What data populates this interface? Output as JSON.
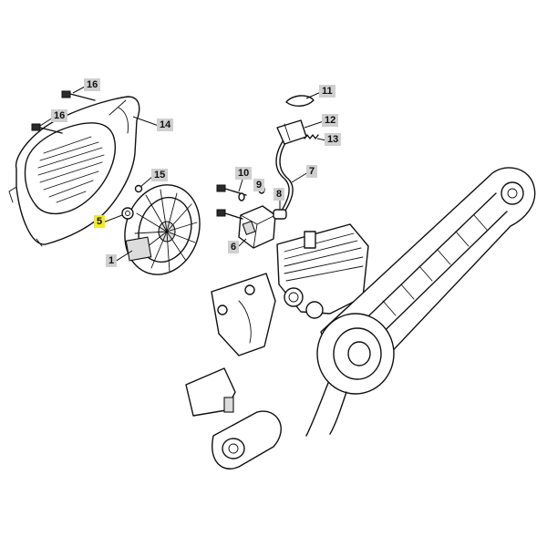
{
  "callouts": [
    {
      "id": "c16a",
      "label": "16",
      "highlight": false
    },
    {
      "id": "c16b",
      "label": "16",
      "highlight": false
    },
    {
      "id": "c14",
      "label": "14",
      "highlight": false
    },
    {
      "id": "c15",
      "label": "15",
      "highlight": false
    },
    {
      "id": "c5",
      "label": "5",
      "highlight": true
    },
    {
      "id": "c1",
      "label": "1",
      "highlight": false
    },
    {
      "id": "c10",
      "label": "10",
      "highlight": false
    },
    {
      "id": "c9",
      "label": "9",
      "highlight": false
    },
    {
      "id": "c8",
      "label": "8",
      "highlight": false
    },
    {
      "id": "c6",
      "label": "6",
      "highlight": false
    },
    {
      "id": "c11",
      "label": "11",
      "highlight": false
    },
    {
      "id": "c12",
      "label": "12",
      "highlight": false
    },
    {
      "id": "c13",
      "label": "13",
      "highlight": false
    },
    {
      "id": "c7",
      "label": "7",
      "highlight": false
    }
  ],
  "colors": {
    "highlight": "#f3ea1e",
    "callout_bg": "#cfcfcf",
    "line": "#111111"
  }
}
